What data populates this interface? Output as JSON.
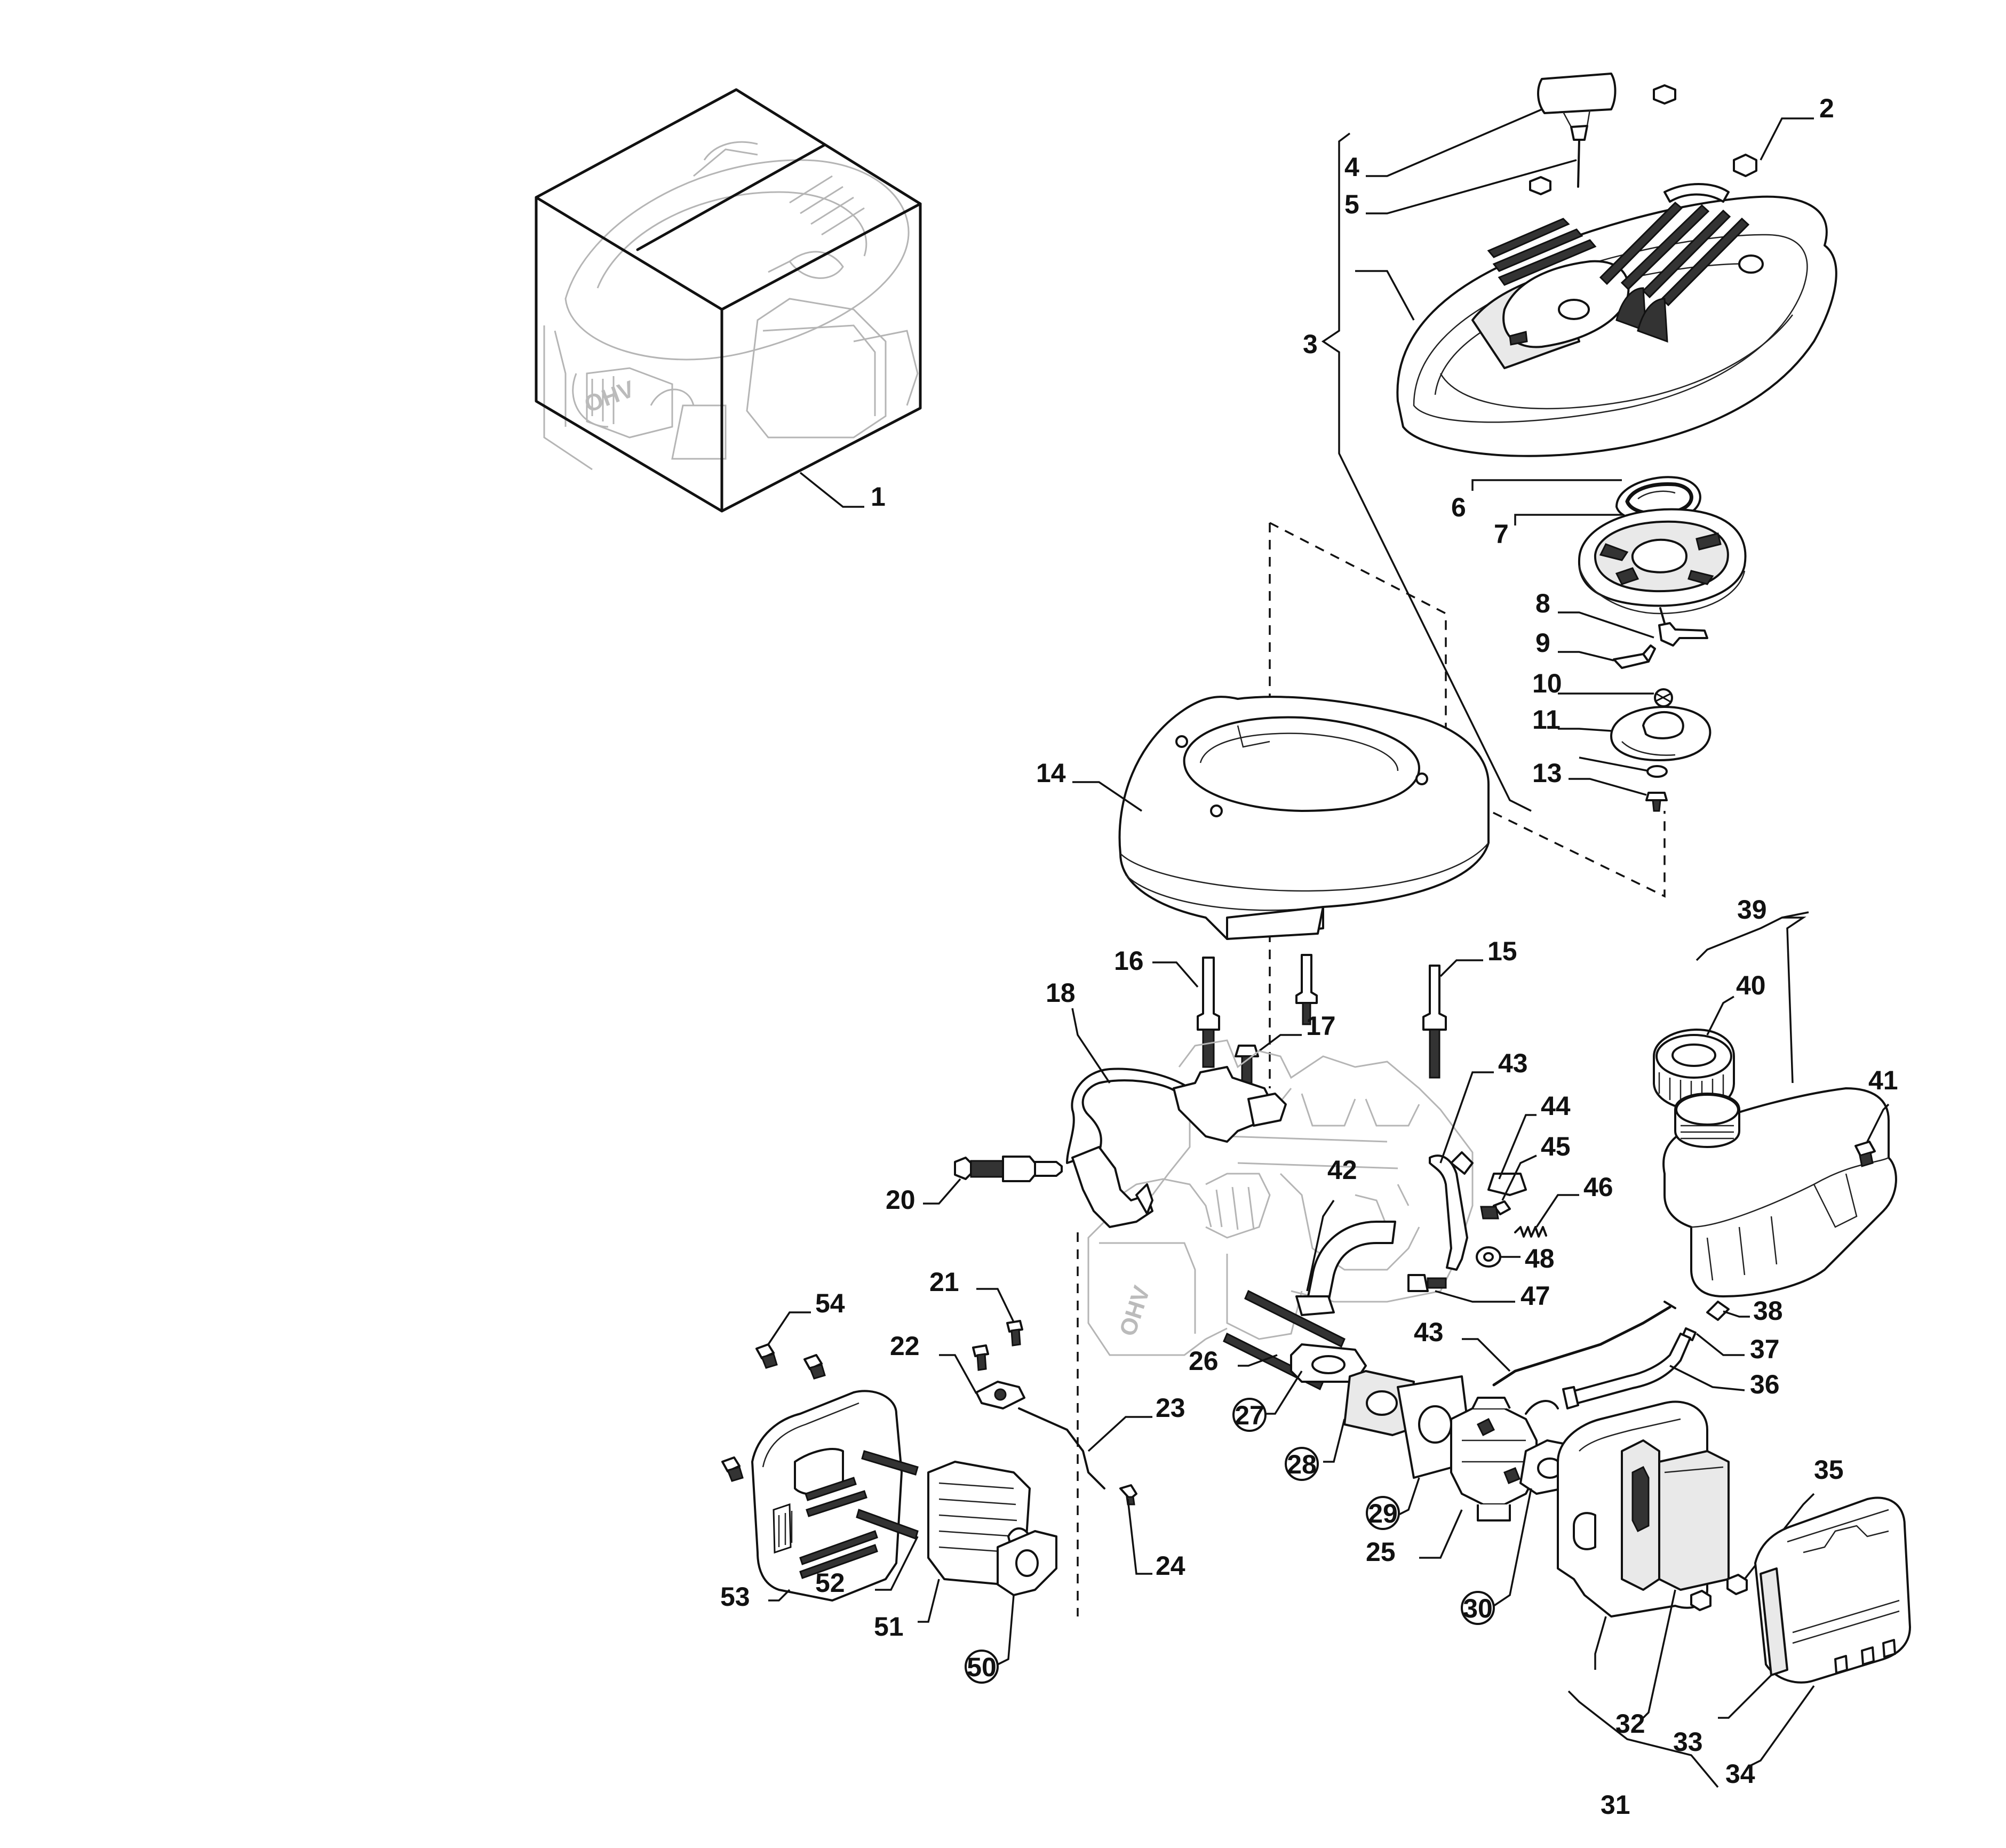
{
  "callouts": {
    "c1": "1",
    "c2": "2",
    "c3": "3",
    "c4": "4",
    "c5": "5",
    "c6": "6",
    "c7": "7",
    "c8": "8",
    "c9": "9",
    "c10": "10",
    "c11": "11",
    "c13": "13",
    "c14": "14",
    "c15": "15",
    "c16": "16",
    "c17": "17",
    "c18": "18",
    "c20": "20",
    "c21": "21",
    "c22": "22",
    "c23": "23",
    "c24": "24",
    "c25": "25",
    "c26": "26",
    "c27": "27",
    "c28": "28",
    "c29": "29",
    "c30": "30",
    "c31": "31",
    "c32": "32",
    "c33": "33",
    "c34": "34",
    "c35": "35",
    "c36": "36",
    "c37": "37",
    "c38": "38",
    "c39": "39",
    "c40": "40",
    "c41": "41",
    "c42": "42",
    "c43a": "43",
    "c43b": "43",
    "c44": "44",
    "c45": "45",
    "c46": "46",
    "c47": "47",
    "c48": "48",
    "c50": "50",
    "c51": "51",
    "c52": "52",
    "c53": "53",
    "c54": "54"
  },
  "engine_marking": "OHV"
}
